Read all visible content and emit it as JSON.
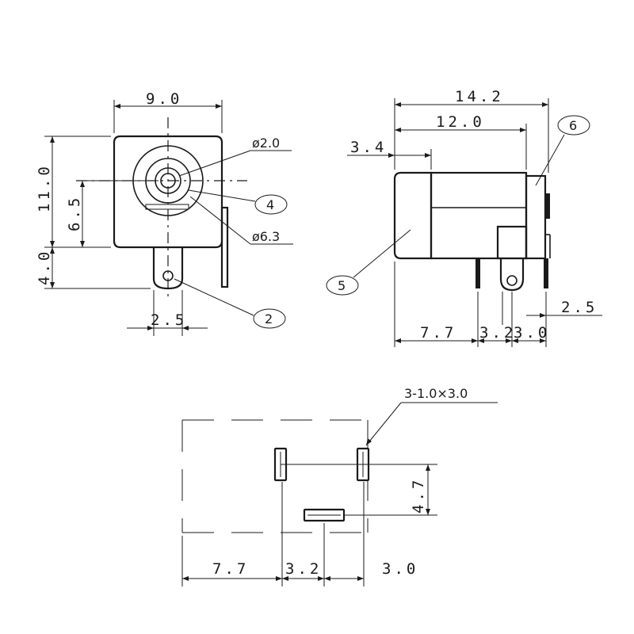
{
  "front_view": {
    "dim_width": "9.0",
    "dim_height": "11.0",
    "dim_center_height": "6.5",
    "dim_pin_height": "4.0",
    "dim_pin_offset": "2.5",
    "hole_small": "ø2.0",
    "hole_large": "ø6.3",
    "callout_4": "4",
    "callout_2": "2"
  },
  "side_view": {
    "dim_total_length": "14.2",
    "dim_body_length": "12.0",
    "dim_front_depth": "3.4",
    "dim_pin_a": "7.7",
    "dim_pin_b": "3.2",
    "dim_pin_c": "3.0",
    "dim_tab": "2.5",
    "callout_5": "5",
    "callout_6": "6"
  },
  "footprint": {
    "pad_spec": "3-1.0×3.0",
    "dim_pad_spacing": "4.7",
    "dim_a": "7.7",
    "dim_b": "3.2",
    "dim_c": "3.0"
  }
}
